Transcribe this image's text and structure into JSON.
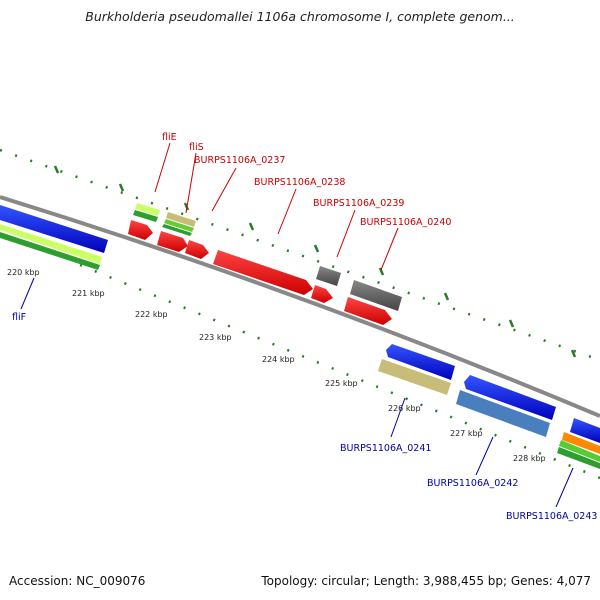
{
  "header": {
    "title": "Burkholderia pseudomallei 1106a chromosome I, complete genom..."
  },
  "footer": {
    "accession": "Accession: NC_009076",
    "topology": "Topology: circular; Length: 3,988,455 bp; Genes: 4,077"
  },
  "colors": {
    "backbone": "#888888",
    "tick": "#2a7a2a",
    "tick_label": "#222222",
    "forward_gene": "#ff0000",
    "reverse_gene": "#0000ff",
    "pseudo_gene": "#666666",
    "label_forward": "#cc0000",
    "label_reverse": "#0000aa"
  },
  "kbp_ticks": [
    {
      "label": "220 kbp",
      "pos": 220
    },
    {
      "label": "221 kbp",
      "pos": 221
    },
    {
      "label": "222 kbp",
      "pos": 222
    },
    {
      "label": "223 kbp",
      "pos": 223
    },
    {
      "label": "224 kbp",
      "pos": 224
    },
    {
      "label": "225 kbp",
      "pos": 225
    },
    {
      "label": "226 kbp",
      "pos": 226
    },
    {
      "label": "227 kbp",
      "pos": 227
    },
    {
      "label": "228 kbp",
      "pos": 228
    }
  ],
  "genes": [
    {
      "id": "fliF",
      "strand": "reverse",
      "color": "#0000ff"
    },
    {
      "id": "fliE",
      "strand": "forward",
      "color": "#ff0000"
    },
    {
      "id": "fliS",
      "strand": "forward",
      "color": "#ff0000"
    },
    {
      "id": "BURPS1106A_0237",
      "strand": "forward",
      "color": "#ff0000"
    },
    {
      "id": "BURPS1106A_0238",
      "strand": "forward",
      "color": "#ff0000"
    },
    {
      "id": "BURPS1106A_0239",
      "strand": "forward",
      "color": "#666666"
    },
    {
      "id": "BURPS1106A_0240",
      "strand": "forward",
      "color": "#ff0000"
    },
    {
      "id": "BURPS1106A_0241",
      "strand": "reverse",
      "color": "#0000ff"
    },
    {
      "id": "BURPS1106A_0242",
      "strand": "reverse",
      "color": "#0000ff"
    },
    {
      "id": "BURPS1106A_0243",
      "strand": "reverse",
      "color": "#0000ff"
    }
  ],
  "labels": {
    "fliF": "fliF",
    "fliE": "fliE",
    "fliS": "fliS",
    "g0237": "BURPS1106A_0237",
    "g0238": "BURPS1106A_0238",
    "g0239": "BURPS1106A_0239",
    "g0240": "BURPS1106A_0240",
    "g0241": "BURPS1106A_0241",
    "g0242": "BURPS1106A_0242",
    "g0243": "BURPS1106A_0243"
  }
}
